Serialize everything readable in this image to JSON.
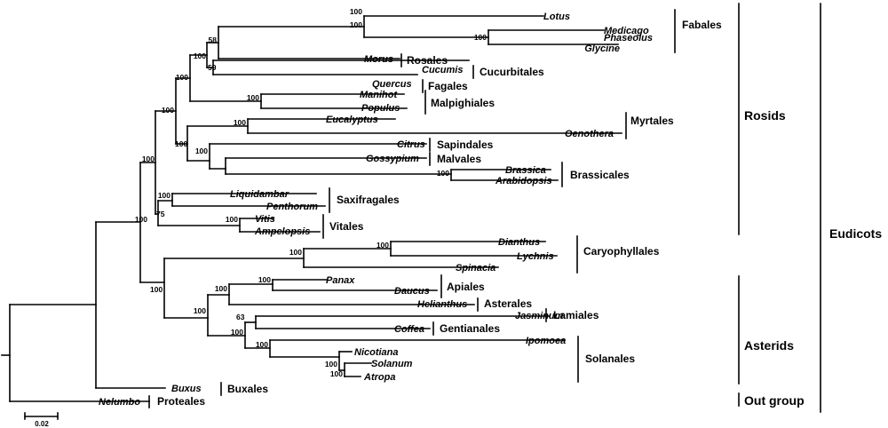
{
  "taxa": {
    "lotus": "Lotus",
    "medicago": "Medicago",
    "phaseolus": "Phaseolus",
    "glycine": "Glycine",
    "morus": "Morus",
    "cucumis": "Cucumis",
    "quercus": "Quercus",
    "manihot": "Manihot",
    "populus": "Populus",
    "eucalyptus": "Eucalyptus",
    "oenothera": "Oenothera",
    "citrus": "Citrus",
    "gossypium": "Gossypium",
    "brassica": "Brassica",
    "arabidopsis": "Arabidopsis",
    "liquidambar": "Liquidambar",
    "penthorum": "Penthorum",
    "vitis": "Vitis",
    "ampelopsis": "Ampelopsis",
    "dianthus": "Dianthus",
    "lychnis": "Lychnis",
    "spinacia": "Spinacia",
    "panax": "Panax",
    "daucus": "Daucus",
    "helianthus": "Helianthus",
    "jasminum": "Jasminum",
    "coffea": "Coffea",
    "ipomoea": "Ipomoea",
    "nicotiana": "Nicotiana",
    "solanum": "Solanum",
    "atropa": "Atropa",
    "buxus": "Buxus",
    "nelumbo": "Nelumbo"
  },
  "orders": {
    "fabales": "Fabales",
    "rosales": "Rosales",
    "cucurbitales": "Cucurbitales",
    "fagales": "Fagales",
    "malpighiales": "Malpighiales",
    "myrtales": "Myrtales",
    "sapindales": "Sapindales",
    "malvales": "Malvales",
    "brassicales": "Brassicales",
    "saxifragales": "Saxifragales",
    "vitales": "Vitales",
    "caryophyllales": "Caryophyllales",
    "apiales": "Apiales",
    "asterales": "Asterales",
    "lamiales": "Lamiales",
    "gentianales": "Gentianales",
    "solanales": "Solanales",
    "buxales": "Buxales",
    "proteales": "Proteales"
  },
  "clades": {
    "rosids": "Rosids",
    "asterids": "Asterids",
    "eudicots": "Eudicots",
    "outgroup": "Out group"
  },
  "bootstrap": {
    "lotus_medicago": "100",
    "phaseolus_glycine": "100",
    "fabaceae": "100",
    "fabales_rosales": "58",
    "cucumis_quercus": "59",
    "fabids_core": "100",
    "manihot_populus": "100",
    "rosids_main": "100",
    "myrtales": "100",
    "malvids": "100",
    "citrus_malvids": "100",
    "gossypium_brassicales": "100",
    "brassica_arabidopsis": "100",
    "saxifragales": "100",
    "rosids_vitales": "75",
    "vitis_ampelopsis": "100",
    "core_eudicots": "100",
    "eudicots_root": "100",
    "caryophyllales": "100",
    "dianthus_lychnis": "100",
    "asterids_caryo": "100",
    "asterids": "100",
    "campanulids": "100",
    "panax_daucus": "100",
    "lamiids": "100",
    "jasminum_coffea": "63",
    "solanales": "100",
    "nicotiana_group": "100",
    "solanum_atropa": "100"
  },
  "scale_bar": {
    "label": "0.02"
  }
}
